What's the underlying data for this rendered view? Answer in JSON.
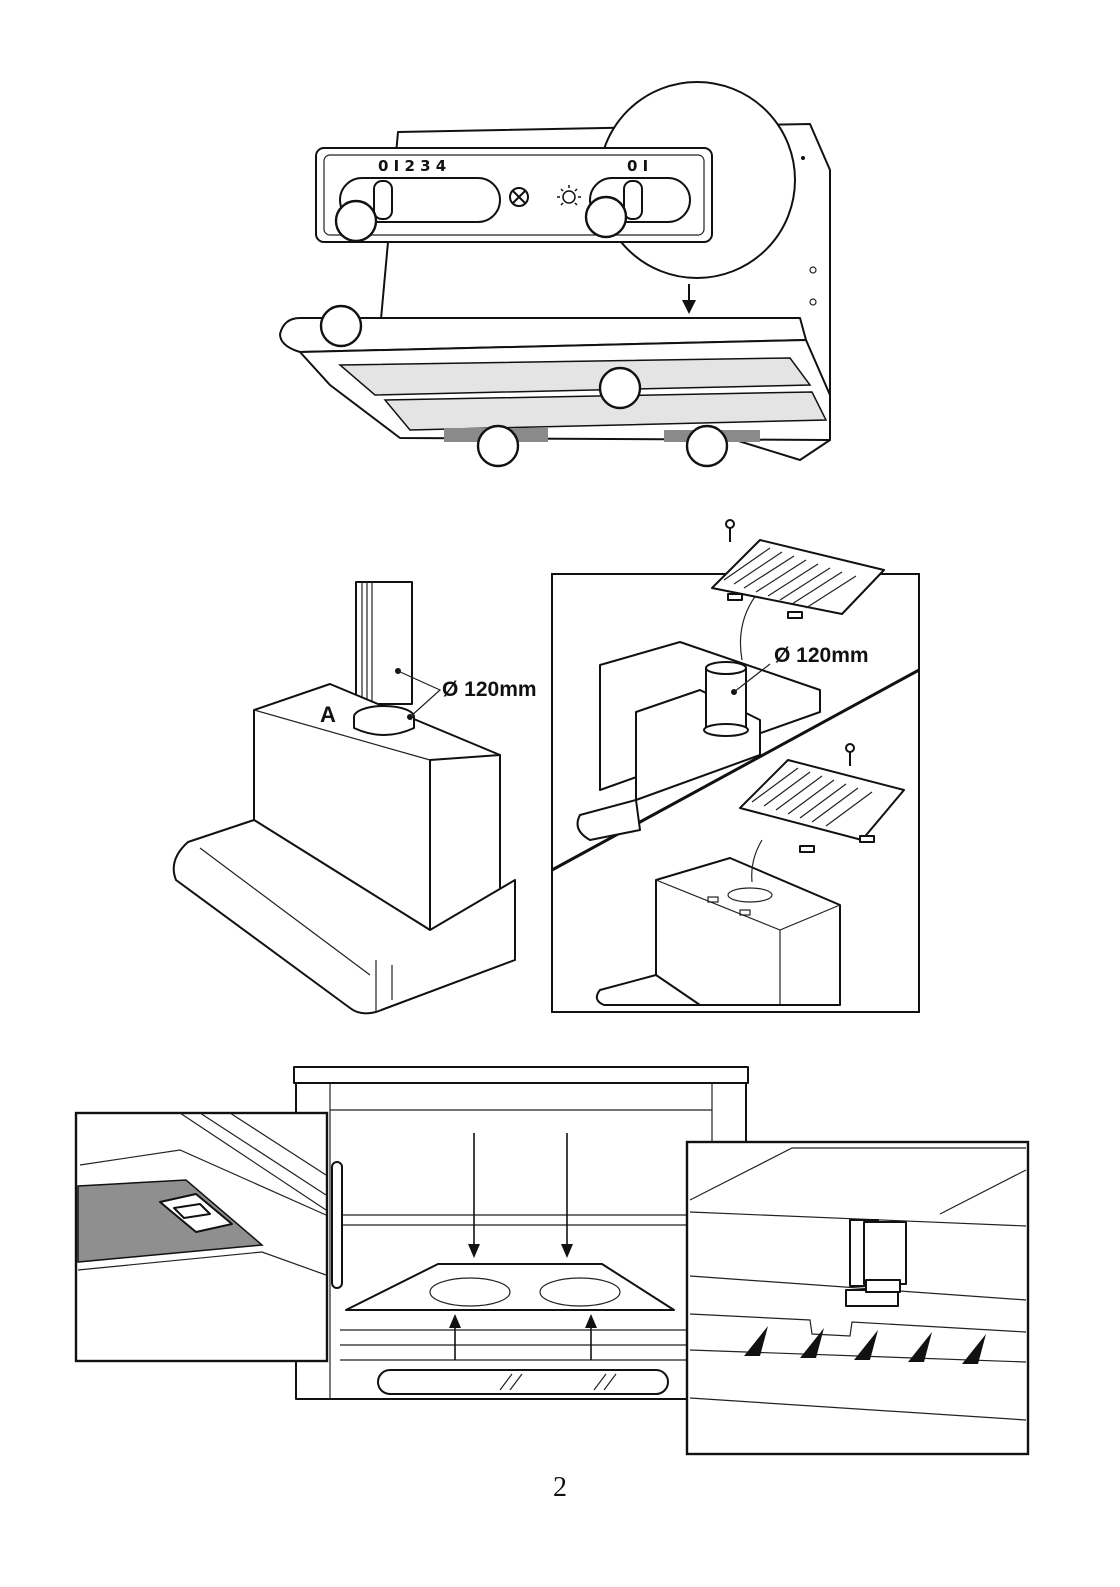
{
  "figure1": {
    "fan_scale": "0  I  2  3  4",
    "light_scale": "0   I",
    "fan_icon": "fan-icon",
    "light_icon": "light-bulb-icon"
  },
  "figure2": {
    "label_a": "A",
    "diameter_left": "Ø 120mm",
    "diameter_right": "Ø 120mm"
  },
  "page_number": "2"
}
